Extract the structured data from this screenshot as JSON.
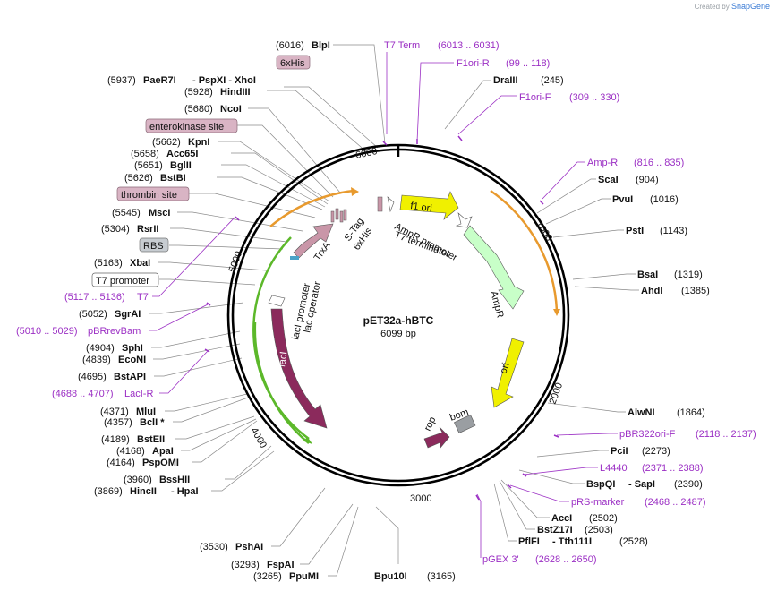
{
  "brand": {
    "prefix": "Created by",
    "name": "SnapGene"
  },
  "plasmid": {
    "name": "pET32a-hBTC",
    "length": "6099 bp",
    "length_bp": 6099
  },
  "ticks": [
    "1000",
    "2000",
    "3000",
    "4000",
    "5000",
    "6000"
  ],
  "site_labels": [
    {
      "id": "blpi",
      "pos": "(6016)",
      "name": "BlpI"
    },
    {
      "id": "paer7i",
      "pos": "(5937)",
      "name": "PaeR7I",
      "extra": "- PspXI - XhoI"
    },
    {
      "id": "hindiii",
      "pos": "(5928)",
      "name": "HindIII"
    },
    {
      "id": "ncoi",
      "pos": "(5680)",
      "name": "NcoI"
    },
    {
      "id": "kpni",
      "pos": "(5662)",
      "name": "KpnI"
    },
    {
      "id": "acc65i",
      "pos": "(5658)",
      "name": "Acc65I"
    },
    {
      "id": "bglii",
      "pos": "(5651)",
      "name": "BglII"
    },
    {
      "id": "bstbi",
      "pos": "(5626)",
      "name": "BstBI"
    },
    {
      "id": "msci",
      "pos": "(5545)",
      "name": "MscI"
    },
    {
      "id": "rsrii",
      "pos": "(5304)",
      "name": "RsrII"
    },
    {
      "id": "xbai",
      "pos": "(5163)",
      "name": "XbaI"
    },
    {
      "id": "sgrai",
      "pos": "(5052)",
      "name": "SgrAI"
    },
    {
      "id": "sphi",
      "pos": "(4904)",
      "name": "SphI"
    },
    {
      "id": "econi",
      "pos": "(4839)",
      "name": "EcoNI"
    },
    {
      "id": "bstapi",
      "pos": "(4695)",
      "name": "BstAPI"
    },
    {
      "id": "mlui",
      "pos": "(4371)",
      "name": "MluI"
    },
    {
      "id": "bcli",
      "pos": "(4357)",
      "name": "BclI *"
    },
    {
      "id": "bsteii",
      "pos": "(4189)",
      "name": "BstEII"
    },
    {
      "id": "apai",
      "pos": "(4168)",
      "name": "ApaI"
    },
    {
      "id": "pspomi",
      "pos": "(4164)",
      "name": "PspOMI"
    },
    {
      "id": "bsshii",
      "pos": "(3960)",
      "name": "BssHII"
    },
    {
      "id": "hincii",
      "pos": "(3869)",
      "name": "HincII",
      "extra": "- HpaI"
    },
    {
      "id": "pshai",
      "pos": "(3530)",
      "name": "PshAI"
    },
    {
      "id": "fspai",
      "pos": "(3293)",
      "name": "FspAI"
    },
    {
      "id": "ppumi",
      "pos": "(3265)",
      "name": "PpuMI"
    },
    {
      "id": "bpu10i",
      "name": "Bpu10I",
      "pos": "(3165)"
    },
    {
      "id": "drai",
      "name": "DraIII",
      "pos": "(245)"
    },
    {
      "id": "scai",
      "name": "ScaI",
      "pos": "(904)"
    },
    {
      "id": "pvui",
      "name": "PvuI",
      "pos": "(1016)"
    },
    {
      "id": "psti",
      "name": "PstI",
      "pos": "(1143)"
    },
    {
      "id": "bsai",
      "name": "BsaI",
      "pos": "(1319)"
    },
    {
      "id": "ahdi",
      "name": "AhdI",
      "pos": "(1385)"
    },
    {
      "id": "alwni",
      "name": "AlwNI",
      "pos": "(1864)"
    },
    {
      "id": "pcii",
      "name": "PciI",
      "pos": "(2273)"
    },
    {
      "id": "bspqi",
      "name": "BspQI",
      "extra": "- SapI",
      "pos": "(2390)"
    },
    {
      "id": "acci",
      "name": "AccI",
      "pos": "(2502)"
    },
    {
      "id": "bstz17i",
      "name": "BstZ17I",
      "pos": "(2503)"
    },
    {
      "id": "pflfi",
      "name": "PflFI",
      "extra": "- Tth111I",
      "pos": "(2528)"
    }
  ],
  "primer_labels": [
    {
      "id": "t7term",
      "name": "T7 Term",
      "range": "(6013 .. 6031)"
    },
    {
      "id": "f1orir",
      "name": "F1ori-R",
      "range": "(99 .. 118)"
    },
    {
      "id": "f1orif",
      "name": "F1ori-F",
      "range": "(309 .. 330)"
    },
    {
      "id": "ampr",
      "name": "Amp-R",
      "range": "(816 .. 835)"
    },
    {
      "id": "pbr322",
      "name": "pBR322ori-F",
      "range": "(2118 .. 2137)"
    },
    {
      "id": "l4440",
      "name": "L4440",
      "range": "(2371 .. 2388)"
    },
    {
      "id": "prs",
      "name": "pRS-marker",
      "range": "(2468 .. 2487)"
    },
    {
      "id": "pgex3",
      "name": "pGEX 3'",
      "range": "(2628 .. 2650)"
    },
    {
      "id": "t7",
      "range": "(5117 .. 5136)",
      "name": "T7"
    },
    {
      "id": "pbrrevbam",
      "range": "(5010 .. 5029)",
      "name": "pBRrevBam"
    },
    {
      "id": "laci-r",
      "range": "(4688 .. 4707)",
      "name": "LacI-R"
    }
  ],
  "boxed_labels": [
    {
      "id": "6xhis",
      "text": "6xHis",
      "style": "pink"
    },
    {
      "id": "enterokinase",
      "text": "enterokinase site",
      "style": "pink"
    },
    {
      "id": "thrombin",
      "text": "thrombin site",
      "style": "pink"
    },
    {
      "id": "rbs",
      "text": "RBS",
      "style": "gray"
    },
    {
      "id": "t7promoter",
      "text": "T7 promoter",
      "style": "white"
    }
  ],
  "inner_labels": {
    "f1ori": "f1 ori",
    "amprpromoter": "AmpR promoter",
    "t7terminator": "T7 terminator",
    "ampr": "AmpR",
    "ori": "ori",
    "stag": "S-Tag",
    "his6": "6xHis",
    "trxa": "TrxA",
    "laci": "lacI",
    "laciprom": "lacI promoter",
    "lacop": "lac operator",
    "rop": "rop",
    "bom": "bom"
  },
  "colors": {
    "backbone": "#000000",
    "primer": "#9b2fc4",
    "feature_lacI": "#8b2a5c",
    "feature_ori": "#f0f000",
    "feature_ampr": "#c8ffc8",
    "feature_trxa": "#c996a8",
    "orf_orange": "#e89a2e",
    "orf_green": "#5cb82a",
    "bom": "#9a9ea2"
  }
}
